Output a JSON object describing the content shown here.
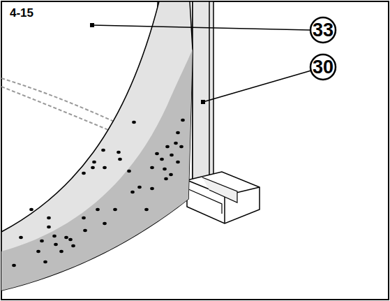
{
  "diagram": {
    "labels": [
      "4-15",
      "33",
      "30"
    ]
  }
}
